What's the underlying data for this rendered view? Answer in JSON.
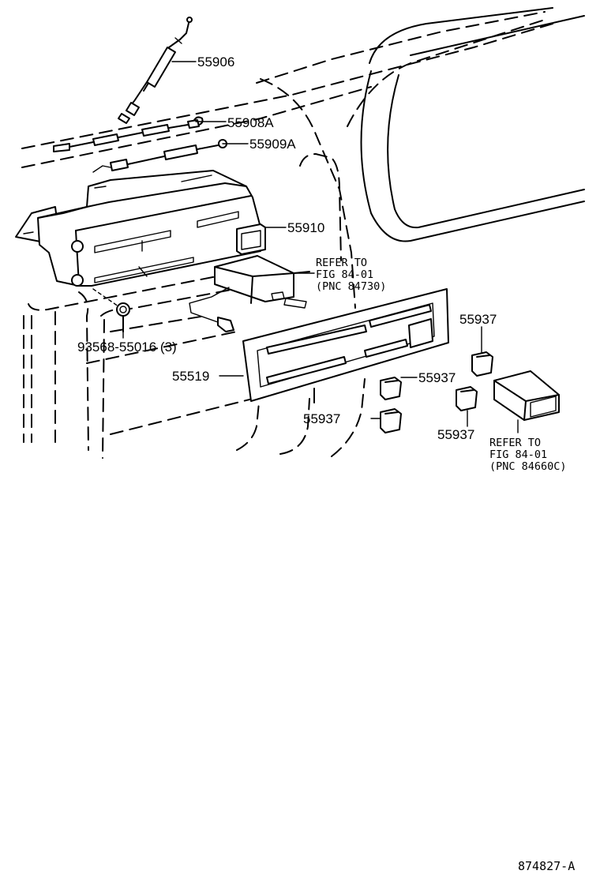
{
  "callouts": {
    "c55906": "55906",
    "c55908a": "55908A",
    "c55909a": "55909A",
    "c55910": "55910",
    "c55519": "55519",
    "c93568": "93568-55016 (3)",
    "c55937_top_right": "55937",
    "c55937_mid": "55937",
    "c55937_lower": "55937",
    "c55937_bottom": "55937"
  },
  "refer_upper": {
    "line1": "REFER TO",
    "line2": "FIG 84-01",
    "line3": "(PNC 84730)"
  },
  "refer_lower": {
    "line1": "REFER TO",
    "line2": "FIG 84-01",
    "line3": "(PNC 84660C)"
  },
  "figure_id": "874827-A"
}
